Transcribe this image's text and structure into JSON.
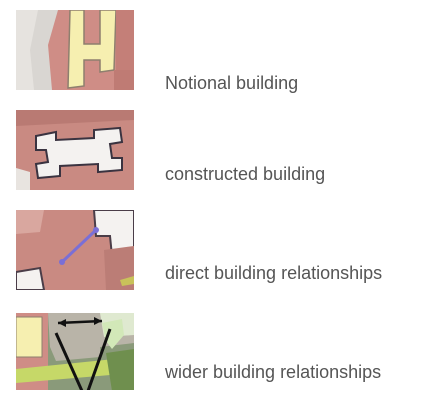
{
  "legend": {
    "items": [
      {
        "label": "Notional building",
        "icon": "notional-building-thumbnail"
      },
      {
        "label": "constructed building",
        "icon": "constructed-building-thumbnail"
      },
      {
        "label": "direct building relationships",
        "icon": "direct-relationships-thumbnail"
      },
      {
        "label": "wider building relationships",
        "icon": "wider-relationships-thumbnail"
      }
    ]
  },
  "colors": {
    "pink_ground": "#c98a82",
    "building_yellow": "#f6efb0",
    "building_white": "#f4f2f0",
    "road_grey": "#d9d6d2",
    "relation_blue": "#7a6fd6",
    "relation_black": "#111111",
    "park_green": "#8fbf5a",
    "label_text": "#555555"
  }
}
